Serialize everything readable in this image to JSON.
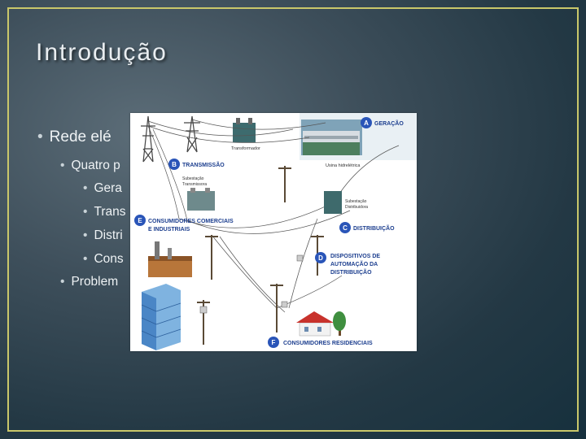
{
  "slide": {
    "title": "Introdução",
    "bullets": [
      {
        "text": "Rede elé"
      },
      {
        "text": "Quatro p"
      },
      {
        "text": "Gera"
      },
      {
        "text": "Trans"
      },
      {
        "text": "Distri"
      },
      {
        "text": "Cons"
      },
      {
        "text": "Problem"
      }
    ]
  },
  "diagram": {
    "markers": [
      {
        "letter": "A",
        "label": "GERAÇÃO"
      },
      {
        "letter": "B",
        "label": "TRANSMISSÃO"
      },
      {
        "letter": "C",
        "label": "DISTRIBUIÇÃO"
      },
      {
        "letter": "D",
        "label_lines": [
          "DISPOSITIVOS DE",
          "AUTOMAÇÃO DA",
          "DISTRIBUIÇÃO"
        ]
      },
      {
        "letter": "E",
        "label_lines": [
          "CONSUMIDORES COMERCIAIS",
          "E INDUSTRIAIS"
        ]
      },
      {
        "letter": "F",
        "label": "CONSUMIDORES RESIDENCIAIS"
      }
    ],
    "captions": {
      "transformador": "Transformador",
      "usina": "Usina hidrelétrica",
      "subestacao_transmissora": [
        "Subestação",
        "Transmissora"
      ],
      "subestacao_distribuidora": [
        "Subestação",
        "Distribuidora"
      ]
    },
    "colors": {
      "marker_fill": "#2a55b8",
      "label_text": "#1d3f8f",
      "house_roof": "#c8322c",
      "factory": "#b8763a",
      "building_glass": "#4a86c6"
    }
  }
}
